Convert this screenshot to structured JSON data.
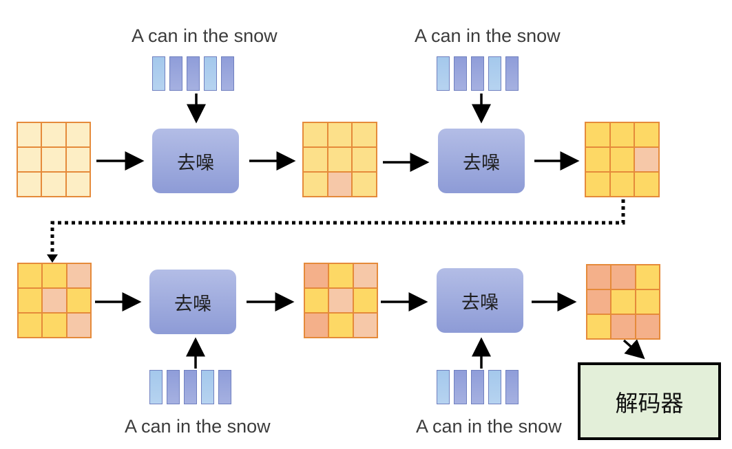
{
  "prompts": [
    "A can in the snow",
    "A can in the snow",
    "A can in the snow",
    "A can in the snow"
  ],
  "denoise_label": "去噪",
  "decoder_label": "解码器",
  "colors": {
    "c0": "#fdeec5",
    "c1": "#fce08a",
    "c2": "#fdd865",
    "c3": "#f6c8a8",
    "c4": "#f4b08a"
  },
  "token_colors": [
    "#a4c8ec",
    "#8f9dd9",
    "#8f9dd9",
    "#a4c8ec",
    "#8f9dd9"
  ],
  "grids": [
    [
      "c0",
      "c0",
      "c0",
      "c0",
      "c0",
      "c0",
      "c0",
      "c0",
      "c0"
    ],
    [
      "c1",
      "c1",
      "c1",
      "c1",
      "c1",
      "c1",
      "c1",
      "c3",
      "c1"
    ],
    [
      "c2",
      "c2",
      "c2",
      "c2",
      "c2",
      "c3",
      "c2",
      "c2",
      "c2"
    ],
    [
      "c2",
      "c2",
      "c3",
      "c2",
      "c3",
      "c2",
      "c2",
      "c2",
      "c3"
    ],
    [
      "c4",
      "c2",
      "c3",
      "c2",
      "c3",
      "c2",
      "c4",
      "c2",
      "c3"
    ],
    [
      "c4",
      "c4",
      "c2",
      "c4",
      "c2",
      "c2",
      "c2",
      "c4",
      "c4"
    ]
  ]
}
